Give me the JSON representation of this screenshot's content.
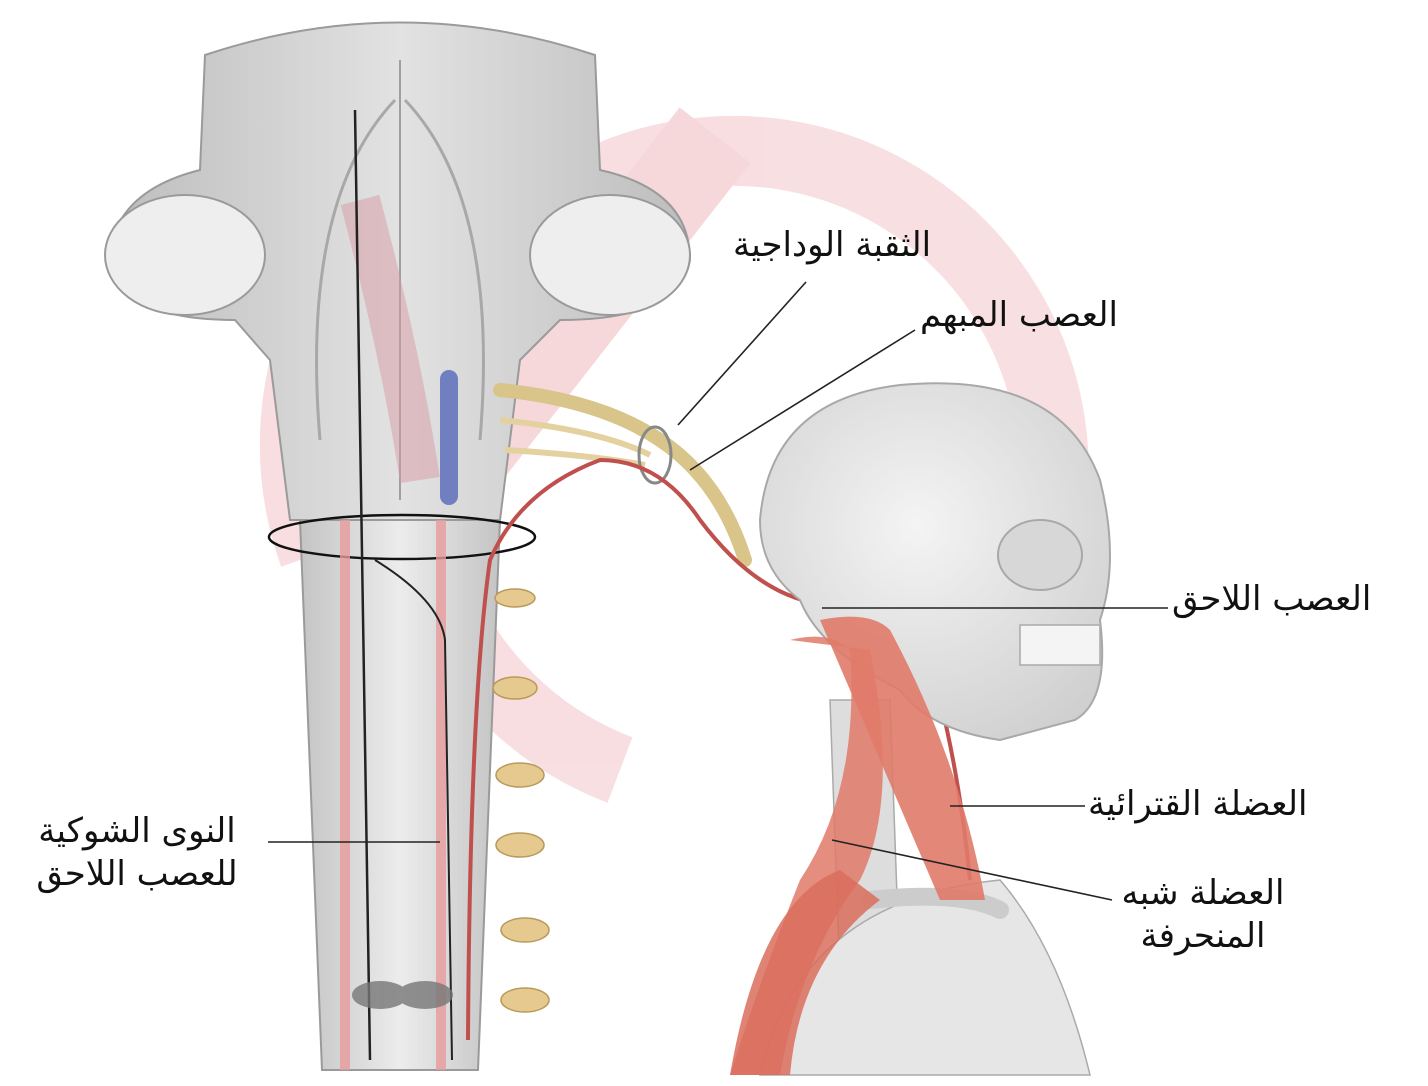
{
  "labels": {
    "jugular_foramen": "الثقبة الوداجية",
    "vagus_nerve": "العصب المبهم",
    "accessory_nerve": "العصب اللاحق",
    "sternocleidomastoid": "العضلة القترائية",
    "trapezius_line1": "العضلة شبه",
    "trapezius_line2": "المنحرفة",
    "spinal_nuclei_line1": "النوى الشوكية",
    "spinal_nuclei_line2": "للعصب اللاحق"
  },
  "colors": {
    "nerve_accessory": "#c0504d",
    "nerve_vagus": "#d9c48a",
    "muscle": "#e07a6a",
    "bone": "#e6e6e6",
    "brainstem": "#cfcfcf",
    "watermark": "#f3c4c8",
    "leader": "#222222"
  }
}
